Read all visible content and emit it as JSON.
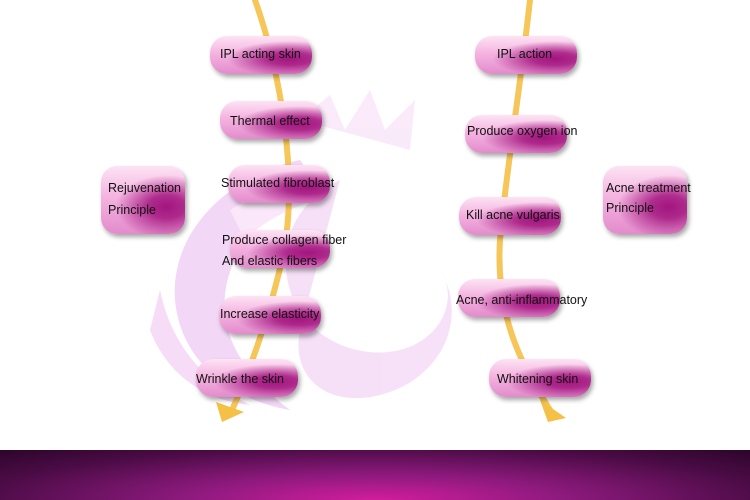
{
  "colors": {
    "arrow": "#f5c046",
    "pill_light": "#f6bde6",
    "pill_dark": "#a3157f",
    "band": "#8e1a7e"
  },
  "left": {
    "steps": [
      "IPL acting skin",
      "Thermal effect",
      "Stimulated fibroblast",
      "Produce collagen fiber",
      "And elastic fibers",
      "Increase elasticity",
      "Wrinkle the skin"
    ],
    "principle_line1": "Rejuvenation",
    "principle_line2": "Principle"
  },
  "right": {
    "steps": [
      "IPL action",
      "Produce oxygen ion",
      "Kill acne vulgaris",
      "Acne, anti-inflammatory",
      "Whitening skin"
    ],
    "principle_line1": "Acne treatment",
    "principle_line2": "Principle"
  }
}
